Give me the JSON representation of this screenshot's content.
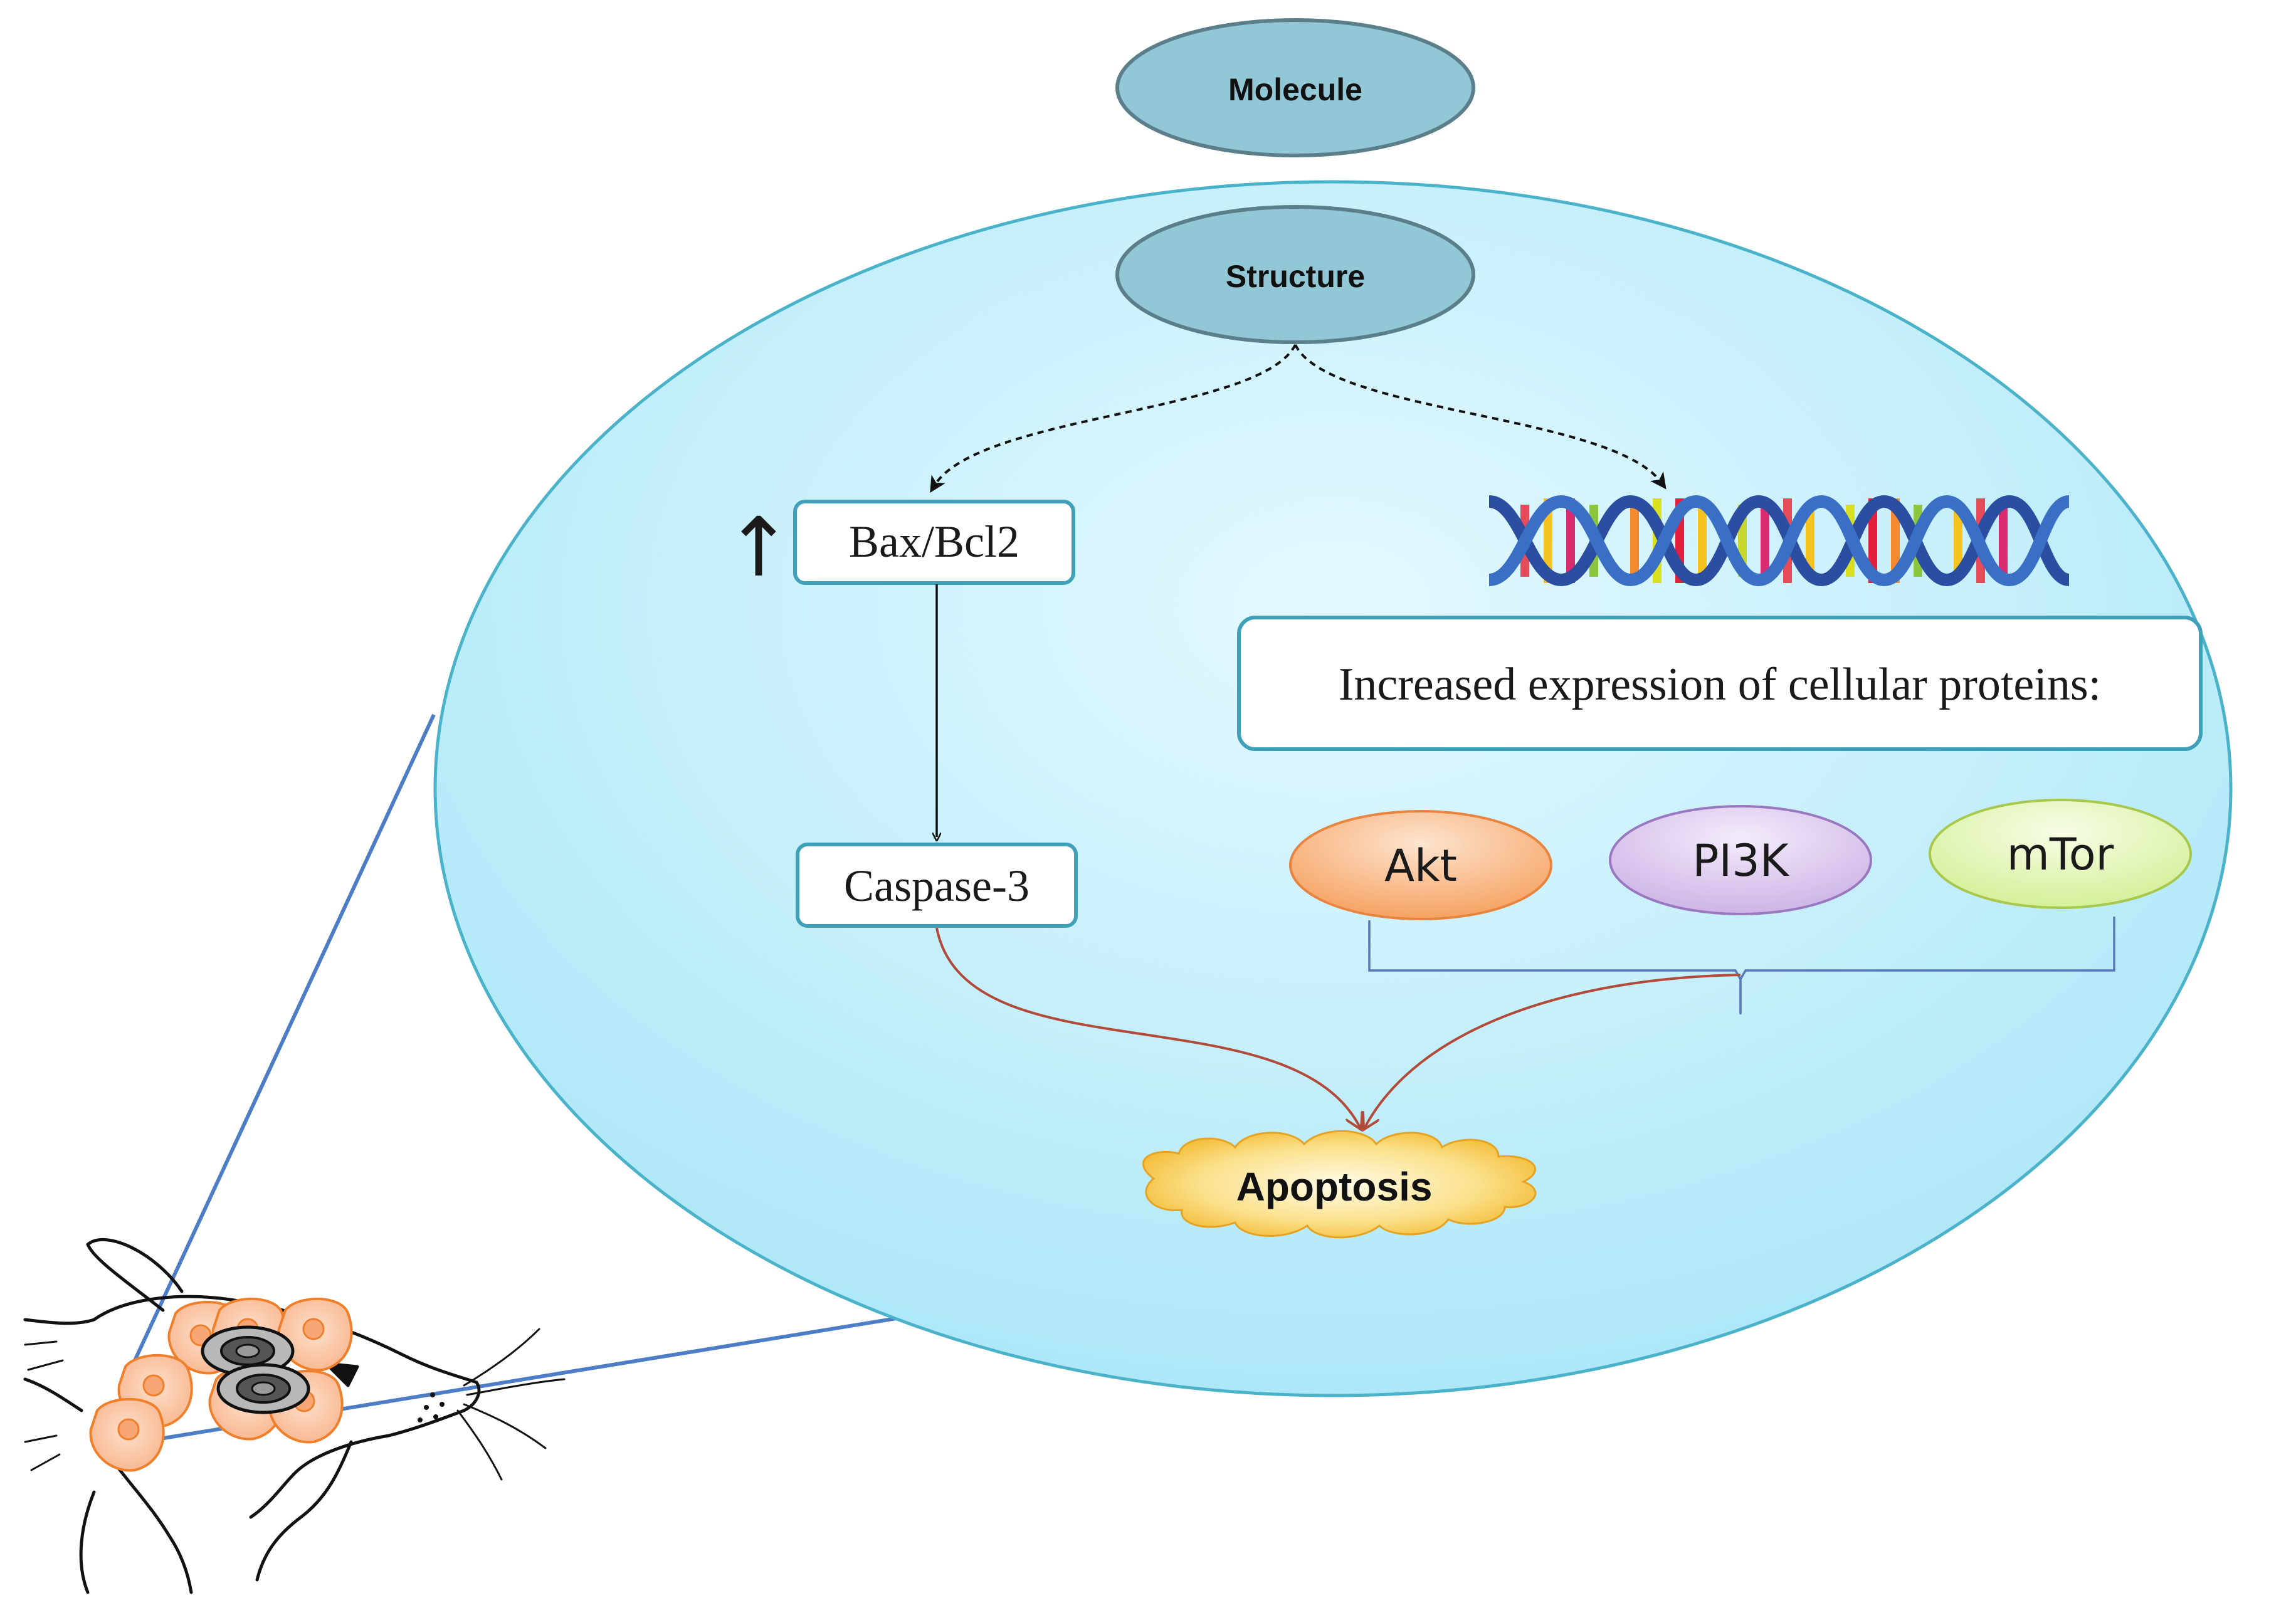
{
  "nodes": {
    "molecule": "Molecule",
    "structure": "Structure",
    "bax_bcl2": "Bax/Bcl2",
    "up_arrow": "↑",
    "caspase3": "Caspase-3",
    "expression_box": "Increased expression of cellular proteins:",
    "akt": "Akt",
    "pi3k": "PI3K",
    "mtor": "mTor",
    "apoptosis": "Apoptosis"
  },
  "icons": {
    "dna": "dna-helix-icon",
    "rat": "rat-head-illustration",
    "cells": "tumor-cells-icon"
  },
  "colors": {
    "cell_fill": "#b9ecfa",
    "cell_stroke": "#4ab2c9",
    "node_fill": "#92c7d6",
    "node_stroke": "#5a7f8b",
    "box_stroke": "#3fa0ba",
    "akt_fill": "#f9b47c",
    "pi3k_fill": "#dcc8ee",
    "mtor_fill": "#e4f5b6",
    "apoptosis_fill": "#f7c23c",
    "pathway_arrow": "#b24a3a",
    "projection_line": "#4d7dc4",
    "bracket": "#5978b8"
  }
}
